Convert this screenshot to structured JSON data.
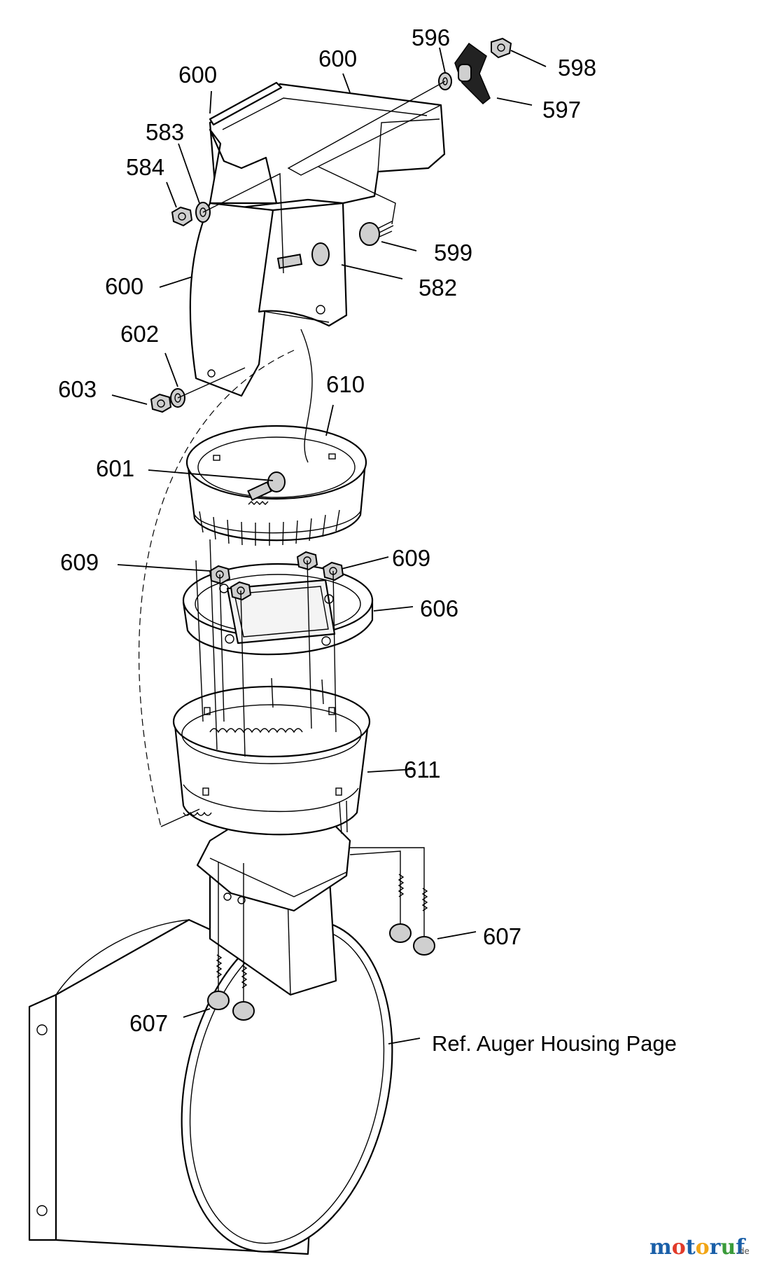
{
  "labels": {
    "p600a": "600",
    "p600b": "600",
    "p600c": "600",
    "p596": "596",
    "p598": "598",
    "p597": "597",
    "p583": "583",
    "p584": "584",
    "p599": "599",
    "p582": "582",
    "p602": "602",
    "p603": "603",
    "p610": "610",
    "p601": "601",
    "p609a": "609",
    "p609b": "609",
    "p606": "606",
    "p611": "611",
    "p607a": "607",
    "p607b": "607",
    "ref": "Ref. Auger Housing Page"
  },
  "watermark": {
    "m1": "m",
    "o1": "o",
    "t": "t",
    "o2": "o",
    "r": "r",
    "u": "u",
    "f": "f",
    "suffix": ".de"
  }
}
